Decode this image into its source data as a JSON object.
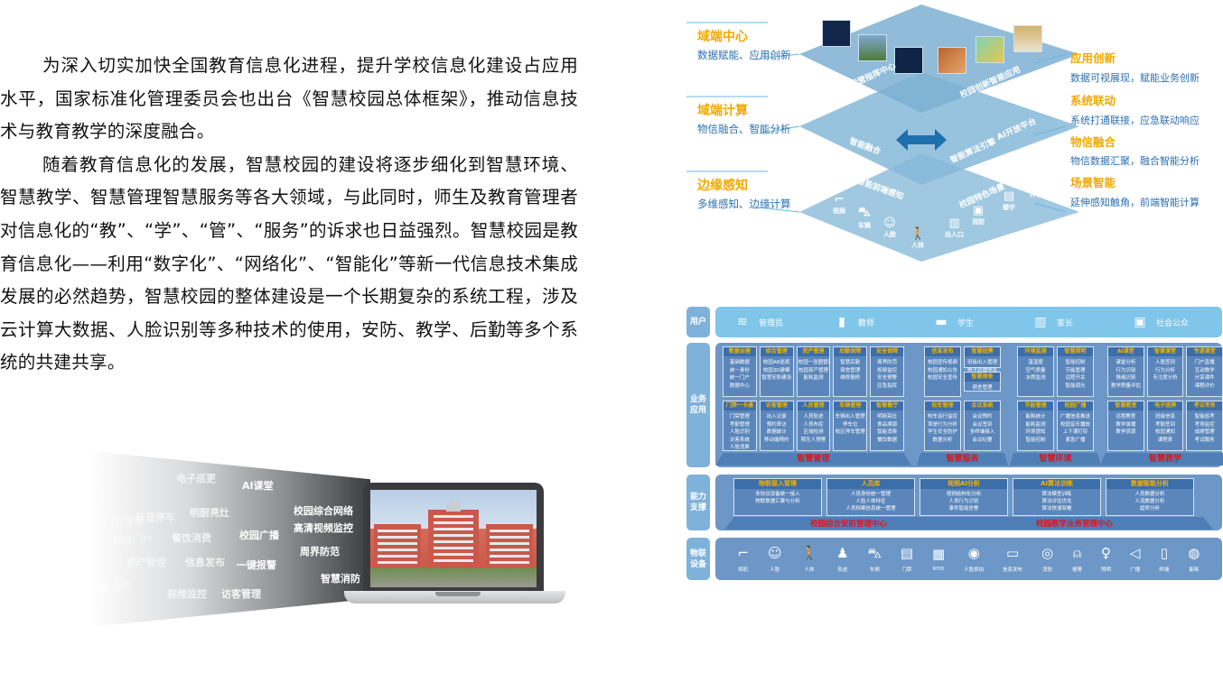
{
  "article": {
    "paragraphs": [
      "为深入切实加快全国教育信息化进程，提升学校信息化建设占应用水平，国家标准化管理委员会也出台《智慧校园总体框架》，推动信息技术与教育教学的深度融合。",
      "随着教育信息化的发展，智慧校园的建设将逐步细化到智慧环境、智慧教学、智慧管理智慧服务等各大领域，与此同时，师生及教育管理者对信息化的“教”、“学”、“管”、“服务”的诉求也日益强烈。智慧校园是教育信息化——利用“数字化”、“网络化”、“智能化”等新一代信息技术集成发展的必然趋势，智慧校园的整体建设是一个长期复杂的系统工程，涉及云计算大数据、人脸识别等多种技术的使用，安防、教学、后勤等多个系统的共建共享。"
    ]
  },
  "beam_words": [
    "电子巡更",
    "AI课堂",
    "智慧停车",
    "明厨亮灶",
    "校园综合网络",
    "高清视频监控",
    "餐饮消费",
    "校园广播",
    "周界防范",
    "信息发布",
    "一键报警",
    "智慧消防",
    "视频监控",
    "访客管理",
    "门禁管理",
    "考勤系统",
    "电子班牌",
    "资产管理",
    "综合门户",
    "宿舍管理"
  ],
  "iso": {
    "left_layers": [
      {
        "title": "域端中心",
        "sub": "数据赋能、应用创新"
      },
      {
        "title": "域端计算",
        "sub": "物信融合、智能分析"
      },
      {
        "title": "边缘感知",
        "sub": "多维感知、边缘计算"
      }
    ],
    "right_items": [
      {
        "title": "应用创新",
        "sub": "数据可视展现，赋能业务创新"
      },
      {
        "title": "系统联动",
        "sub": "系统打通联接，应急联动响应"
      },
      {
        "title": "物信融合",
        "sub": "物信数据汇聚，融合智能分析"
      },
      {
        "title": "场景智能",
        "sub": "延伸感知触角，前端智能计算"
      }
    ],
    "panel_labels": {
      "top_left": "校园运营指挥中心",
      "top_right": "校园创新智能应用",
      "mid_left": "智能融合",
      "mid_right_a": "智能算法引擎",
      "mid_right_b": "AI开放平台",
      "bottom_left": "智能前端感知",
      "bottom_right": "校园特色场景"
    },
    "bottom_icons": [
      "视频",
      "车辆",
      "人脸",
      "人体",
      "出入口",
      "消防",
      "楼宇",
      "环境"
    ]
  },
  "arch": {
    "side_labels": {
      "users": "用户",
      "biz": "业务应用",
      "cap": "能力支撑",
      "iot": "物联设备"
    },
    "users": [
      {
        "icon": "layers-icon",
        "glyph": "≋",
        "label": "管理员"
      },
      {
        "icon": "bookmark-icon",
        "glyph": "▮",
        "label": "教师"
      },
      {
        "icon": "monitor-icon",
        "glyph": "▬",
        "label": "学生"
      },
      {
        "icon": "building-icon",
        "glyph": "▥",
        "label": "家长"
      },
      {
        "icon": "book-icon",
        "glyph": "▣",
        "label": "社会公众"
      }
    ],
    "groups": [
      {
        "name": "智慧管理",
        "cards": [
          {
            "title": "数据治理",
            "items": [
              "基础数据",
              "统一身份",
              "统一门户",
              "数据中心"
            ]
          },
          {
            "title": "综合管理",
            "items": [
              "校园AR巡视",
              "校园3D建模",
              "智慧安防建设"
            ]
          },
          {
            "title": "资产管理",
            "items": [
              "校园一张图管理",
              "校园资产管理",
              "能耗监测"
            ]
          },
          {
            "title": "后勤保障",
            "items": [
              "智慧后勤",
              "宿舍管理",
              "维修报修"
            ]
          },
          {
            "title": "安全保障",
            "items": [
              "周界防范",
              "视频监控",
              "安全预警",
              "应急指挥"
            ]
          },
          {
            "title": "门禁一卡通",
            "items": [
              "门禁管理",
              "考勤管理",
              "人脸识别",
              "访客系统",
              "人脸消费"
            ]
          },
          {
            "title": "访客管理",
            "items": [
              "出入记录",
              "预约来访",
              "数据统计",
              "移动端预约"
            ]
          },
          {
            "title": "人员管理",
            "items": [
              "人员轨迹",
              "人员布控",
              "区域检测",
              "陌生人预警"
            ]
          },
          {
            "title": "车辆管理",
            "items": [
              "车辆出入管理",
              "停车位",
              "校区停车管理"
            ]
          },
          {
            "title": "智慧餐厅",
            "items": [
              "明厨亮灶",
              "食品溯源",
              "智能消费",
              "餐饮数据"
            ]
          }
        ]
      },
      {
        "name": "智慧服务",
        "cards": [
          {
            "title": "信息发布",
            "items": [
              "校园宣传视频",
              "校园通知公告",
              "校园安全宣传"
            ]
          },
          {
            "title": "智慧班牌",
            "items": [
              "班级出入管理",
              "电子班牌信息"
            ]
          },
          {
            "title": "智慧宿舍",
            "items": [
              "宿舍管理"
            ]
          },
          {
            "title": "校车管理",
            "items": [
              "校车运行监控",
              "驾驶行为分析",
              "学生安全防护",
              "数据分析"
            ]
          },
          {
            "title": "会议系统",
            "items": [
              "会议预约",
              "会议签到",
              "多终端接入",
              "会议纪要"
            ]
          }
        ]
      },
      {
        "name": "智慧环境",
        "cards": [
          {
            "title": "环境监测",
            "items": [
              "温湿度",
              "空气质量",
              "水质监测"
            ]
          },
          {
            "title": "智慧照明",
            "items": [
              "智能控制",
              "节能管理",
              "远程开关",
              "智能调光"
            ]
          },
          {
            "title": "节能管理",
            "items": [
              "能耗统计",
              "能耗监测",
              "环境感知",
              "智能控制"
            ]
          },
          {
            "title": "校园广播",
            "items": [
              "广播信息推送",
              "校园音乐播放",
              "上下课打铃",
              "紧急广播"
            ]
          }
        ]
      },
      {
        "name": "智慧教学",
        "cards": [
          {
            "title": "AI课堂",
            "items": [
              "课堂分析",
              "行为识别",
              "情绪识别",
              "教学质量评估"
            ]
          },
          {
            "title": "智慧课堂",
            "items": [
              "人脸签到",
              "行为分析",
              "专注度分析"
            ]
          },
          {
            "title": "专递课堂",
            "items": [
              "门户直播",
              "互动教学",
              "分享课件",
              "课程评价"
            ]
          },
          {
            "title": "智慧教室",
            "items": [
              "远程教室",
              "教学录播",
              "教学资源"
            ]
          },
          {
            "title": "电子班牌",
            "items": [
              "班级信息",
              "考勤签到",
              "校园通知",
              "课程表"
            ]
          },
          {
            "title": "考试考务",
            "items": [
              "智能巡考",
              "考场监控",
              "成绩管理",
              "考试服务"
            ]
          }
        ]
      }
    ],
    "capabilities": [
      {
        "title": "物联接入管理",
        "items": [
          "多协议设备统一接入",
          "物联数据汇聚与分析"
        ]
      },
      {
        "title": "人员库",
        "items": [
          "人员身份统一管理",
          "人脸人体特征",
          "人员档案信息统一管理"
        ]
      },
      {
        "title": "视频AI分析",
        "items": [
          "视频结构化分析",
          "人员行为识别",
          "事件智能告警"
        ]
      },
      {
        "title": "AI算法训练",
        "items": [
          "算法模型训练",
          "算法评估优化",
          "算法快速部署"
        ]
      },
      {
        "title": "数据智能分析",
        "items": [
          "人员数据分析",
          "人流数据分析",
          "趋势分析"
        ]
      }
    ],
    "centers": [
      "校园综合安防管理中心",
      "校园教学业务管理中心"
    ],
    "devices": [
      {
        "icon": "camera-icon",
        "glyph": "⌐",
        "label": "相机"
      },
      {
        "icon": "face-icon",
        "glyph": "☺",
        "label": "人脸"
      },
      {
        "icon": "person-walk-icon",
        "glyph": "🚶",
        "label": "人体"
      },
      {
        "icon": "footprint-icon",
        "glyph": "♟",
        "label": "轨迹"
      },
      {
        "icon": "car-icon",
        "glyph": "⛍",
        "label": "车辆"
      },
      {
        "icon": "card-reader-icon",
        "glyph": "▤",
        "label": "门禁"
      },
      {
        "icon": "rfid-icon",
        "glyph": "▦",
        "label": "RFID"
      },
      {
        "icon": "photo-camera-icon",
        "glyph": "◉",
        "label": "人脸抓拍"
      },
      {
        "icon": "display-icon",
        "glyph": "▭",
        "label": "信息发布"
      },
      {
        "icon": "fire-hose-icon",
        "glyph": "◎",
        "label": "消防"
      },
      {
        "icon": "alarm-light-icon",
        "glyph": "⍝",
        "label": "报警"
      },
      {
        "icon": "bulb-icon",
        "glyph": "♀",
        "label": "照明"
      },
      {
        "icon": "speaker-icon",
        "glyph": "◁",
        "label": "广播"
      },
      {
        "icon": "terminal-icon",
        "glyph": "▯",
        "label": "终端"
      },
      {
        "icon": "water-drop-icon",
        "glyph": "◍",
        "label": "能耗"
      }
    ]
  },
  "colors": {
    "accent_orange": "#f2a900",
    "accent_blue": "#2c6fb0",
    "alert_red": "#e0141c",
    "panel_blue": "#6d97c7",
    "user_bar": "#7fc6ea"
  }
}
